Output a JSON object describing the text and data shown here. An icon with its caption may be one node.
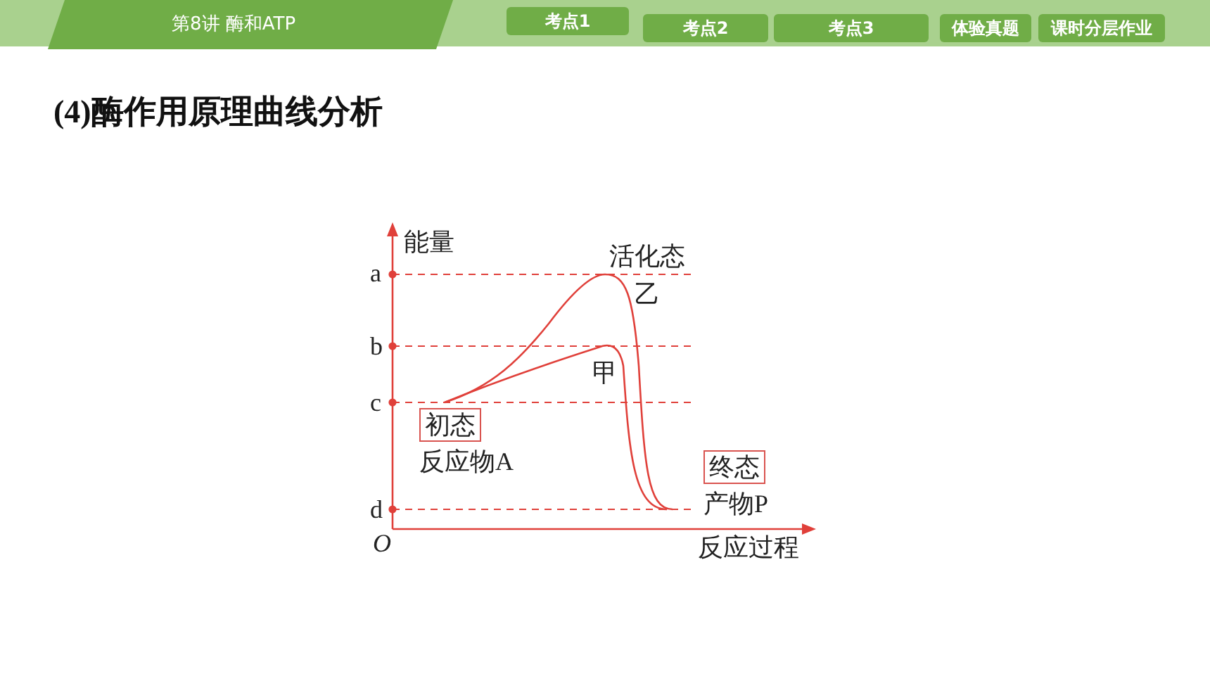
{
  "diagram": {
    "title": "(4)酶作用原理曲线分析",
    "nodes": [
      {
        "text": [
          "初态"
        ],
        "beside": [
          "反应物A"
        ]
      },
      {
        "text": [
          "终态"
        ],
        "beside": [
          "产物P"
        ]
      }
    ],
    "labels": [
      "第8讲 酶和ATP",
      "考点1",
      "考点2",
      "考点3",
      "体验真题",
      "课时分层作业",
      "能量",
      "活化态",
      "a",
      "乙",
      "b",
      "甲",
      "c",
      "d",
      "O",
      "反应过程"
    ]
  }
}
